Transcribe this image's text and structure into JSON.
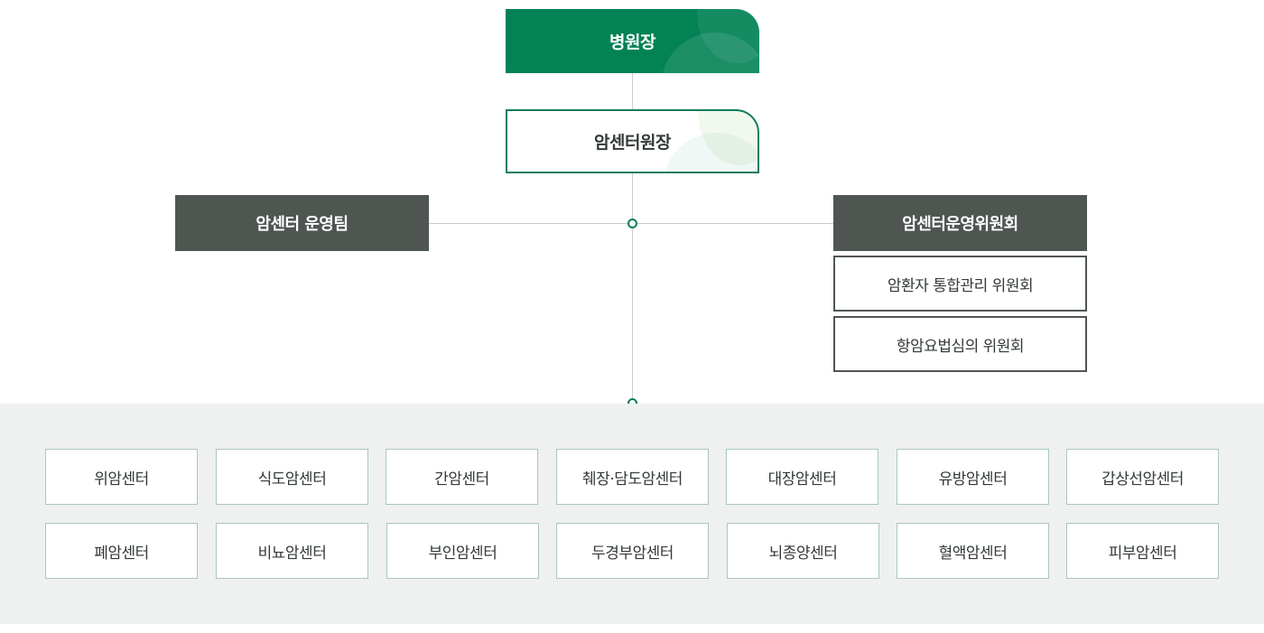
{
  "org": {
    "director": "병원장",
    "center_head": "암센터원장",
    "operations_team": "암센터 운영팀",
    "operations_committee": "암센터운영위원회",
    "committees": [
      "암환자 통합관리 위원회",
      "항암요법심의 위원회"
    ],
    "centers_row1": [
      "위암센터",
      "식도암센터",
      "간암센터",
      "췌장·담도암센터",
      "대장암센터",
      "유방암센터",
      "갑상선암센터"
    ],
    "centers_row2": [
      "폐암센터",
      "비뇨암센터",
      "부인암센터",
      "두경부암센터",
      "뇌종양센터",
      "혈액암센터",
      "피부암센터"
    ]
  },
  "colors": {
    "primary_green": "#028255",
    "outline_green": "#0f7d5c",
    "dark_gray": "#4f5651",
    "panel_bg": "#eef1ef",
    "box_border": "#a9c7bc"
  }
}
